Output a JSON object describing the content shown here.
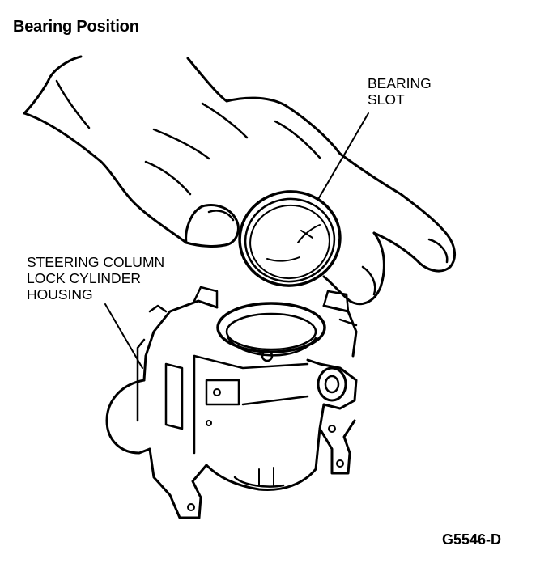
{
  "title": "Bearing Position",
  "callouts": {
    "bearing_slot": [
      "BEARING",
      "SLOT"
    ],
    "housing": [
      "STEERING COLUMN",
      "LOCK CYLINDER",
      "HOUSING"
    ]
  },
  "figure_id": "G5546-D"
}
